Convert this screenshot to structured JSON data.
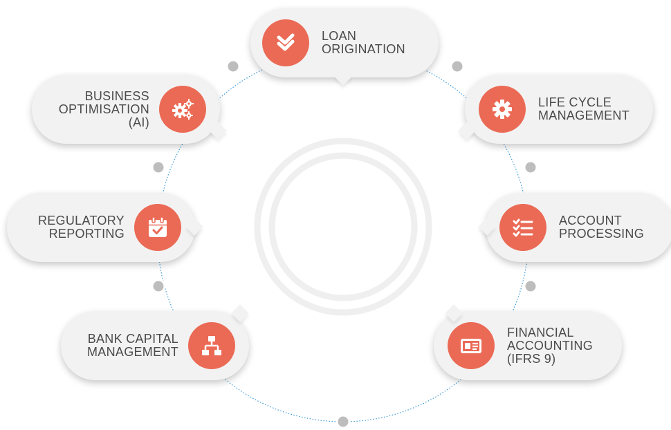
{
  "colors": {
    "accent": "#eb6a55",
    "node_bg": "#f2f2f2",
    "connector": "#3b9ad9",
    "joint": "#bdbdbd",
    "ring": "#efefef",
    "text": "#4a4a4a"
  },
  "nodes": {
    "loan_origination": {
      "line1": "LOAN",
      "line2": "ORIGINATION",
      "line3": "",
      "icon": "double-check-icon"
    },
    "life_cycle_management": {
      "line1": "LIFE CYCLE",
      "line2": "MANAGEMENT",
      "line3": "",
      "icon": "gear-icon"
    },
    "account_processing": {
      "line1": "ACCOUNT",
      "line2": "PROCESSING",
      "line3": "",
      "icon": "checklist-icon"
    },
    "financial_accounting": {
      "line1": "FINANCIAL",
      "line2": "ACCOUNTING",
      "line3": "(IFRS 9)",
      "icon": "id-card-icon"
    },
    "bank_capital_management": {
      "line1": "BANK CAPITAL",
      "line2": "MANAGEMENT",
      "line3": "",
      "icon": "network-icon"
    },
    "regulatory_reporting": {
      "line1": "REGULATORY",
      "line2": "REPORTING",
      "line3": "",
      "icon": "calendar-check-icon"
    },
    "business_optimisation": {
      "line1": "BUSINESS",
      "line2": "OPTIMISATION",
      "line3": "(AI)",
      "icon": "gears-icon"
    }
  }
}
